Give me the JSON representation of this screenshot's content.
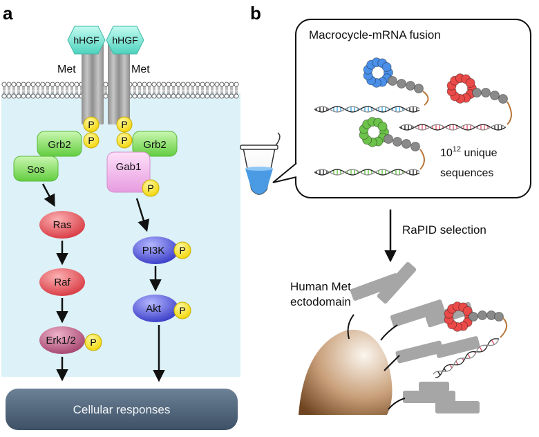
{
  "panel_a": {
    "label": "a",
    "ligands": [
      "hHGF",
      "hHGF"
    ],
    "receptors": [
      "Met",
      "Met"
    ],
    "phospho": "P",
    "adaptors": {
      "grb2_left": "Grb2",
      "grb2_right": "Grb2",
      "sos": "Sos",
      "gab1": "Gab1"
    },
    "erk_pathway": [
      "Ras",
      "Raf",
      "Erk1/2"
    ],
    "akt_pathway": [
      "PI3K",
      "Akt"
    ],
    "output": "Cellular responses"
  },
  "panel_b": {
    "label": "b",
    "library_title": "Macrocycle-mRNA fusion",
    "diversity_base": "10",
    "diversity_exponent": "12",
    "diversity_line1": " unique",
    "diversity_line2": "sequences",
    "selection": "RaPID selection",
    "target_line1": "Human Met",
    "target_line2": "ectodomain"
  },
  "colors": {
    "membrane_interior": "#dcf1f8",
    "hgf": "#7de4d3",
    "receptor": "#9c9c9c",
    "phospho": "#fbe91a",
    "adaptor": "#8fe36a",
    "gab1": "#f3b6ea",
    "ras_raf": "#ea5860",
    "erk": "#c25f8c",
    "pi3k_akt": "#5b5ee0",
    "output": "#4d6277",
    "macrocycle_blue": "#4a8fe8",
    "macrocycle_red": "#ea4a48",
    "macrocycle_green": "#6cc24a",
    "linker": "#7f7f7f",
    "target_cell": "#9a6a3c"
  }
}
